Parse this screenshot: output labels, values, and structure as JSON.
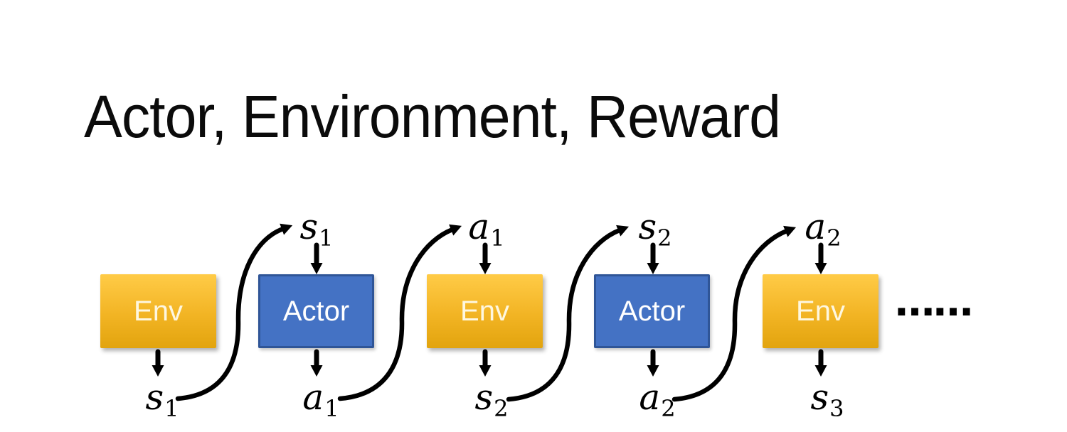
{
  "slide": {
    "title": "Actor, Environment, Reward"
  },
  "colors": {
    "background": "#FFFFFF",
    "title_text": "#0B0B0B",
    "env_fill_top": "#FFCB47",
    "env_fill_bottom": "#E2A40E",
    "env_text": "#FEF7E0",
    "actor_fill": "#4472C4",
    "actor_border": "#2F5597",
    "actor_text": "#FFFFFF",
    "arrow": "#000000",
    "label_text": "#000000"
  },
  "diagram": {
    "boxes": [
      {
        "label": "Env",
        "type": "env"
      },
      {
        "label": "Actor",
        "type": "actor"
      },
      {
        "label": "Env",
        "type": "env"
      },
      {
        "label": "Actor",
        "type": "actor"
      },
      {
        "label": "Env",
        "type": "env"
      }
    ],
    "top_labels": [
      {
        "base": "s",
        "sub": "1"
      },
      {
        "base": "a",
        "sub": "1"
      },
      {
        "base": "s",
        "sub": "2"
      },
      {
        "base": "a",
        "sub": "2"
      }
    ],
    "bottom_labels": [
      {
        "base": "s",
        "sub": "1"
      },
      {
        "base": "a",
        "sub": "1"
      },
      {
        "base": "s",
        "sub": "2"
      },
      {
        "base": "a",
        "sub": "2"
      },
      {
        "base": "s",
        "sub": "3"
      }
    ],
    "ellipsis": "……"
  }
}
